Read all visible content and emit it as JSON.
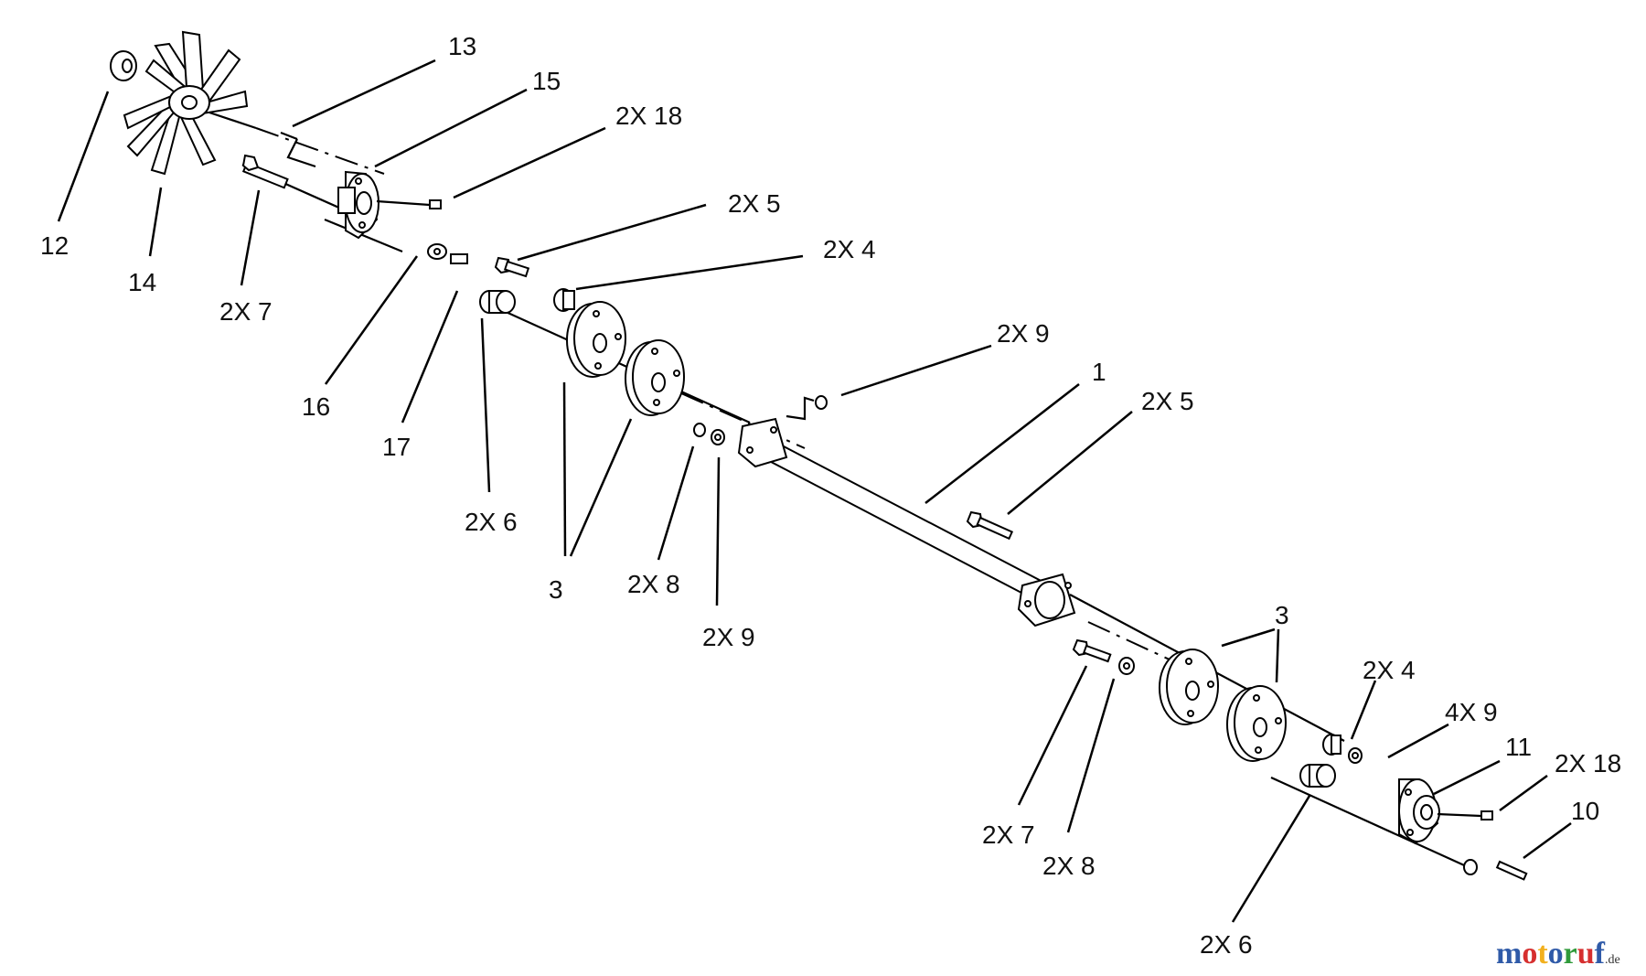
{
  "callouts": {
    "c13": "13",
    "c15": "15",
    "c18a": "2X 18",
    "c12": "12",
    "c14": "14",
    "c7a": "2X 7",
    "c5a": "2X 5",
    "c4a": "2X 4",
    "c16": "16",
    "c17": "17",
    "c6a": "2X 6",
    "c3a": "3",
    "c8a": "2X 8",
    "c9a": "2X 9",
    "c9b": "2X 9",
    "c1": "1",
    "c5b": "2X 5",
    "c3b": "3",
    "c4b": "2X 4",
    "c9c": "4X 9",
    "c11": "11",
    "c18b": "2X 18",
    "c10": "10",
    "c7b": "2X 7",
    "c8b": "2X 8",
    "c6b": "2X 6"
  },
  "watermark": {
    "letters": [
      "m",
      "o",
      "t",
      "o",
      "r",
      "u",
      "f"
    ],
    "suffix": ".de",
    "colors": [
      "#2f5aa8",
      "#d62f2f",
      "#f2b01e",
      "#2f5aa8",
      "#2f9a3a",
      "#d62f2f",
      "#2f5aa8"
    ]
  }
}
